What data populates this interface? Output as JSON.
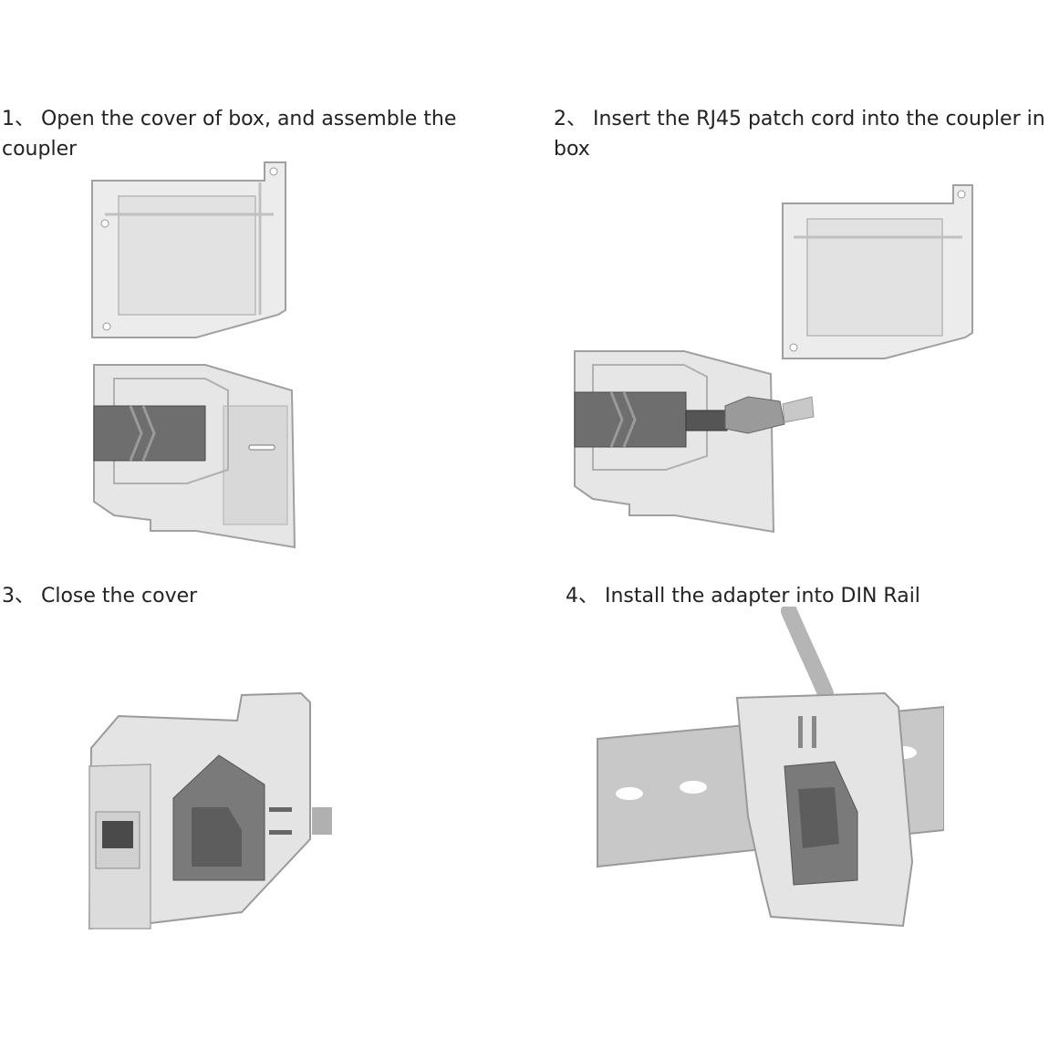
{
  "steps": [
    {
      "text": "1、 Open the cover of box, and assemble the coupler"
    },
    {
      "text": "2、 Insert the RJ45 patch cord into the coupler in box"
    },
    {
      "text": "3、 Close the cover"
    },
    {
      "text": "4、 Install  the adapter into DIN Rail"
    }
  ],
  "colors": {
    "housing": "#e4e4e4",
    "housing_edge": "#9a9a9a",
    "coupler": "#6e6e6e",
    "rail": "#c8c8c8"
  }
}
